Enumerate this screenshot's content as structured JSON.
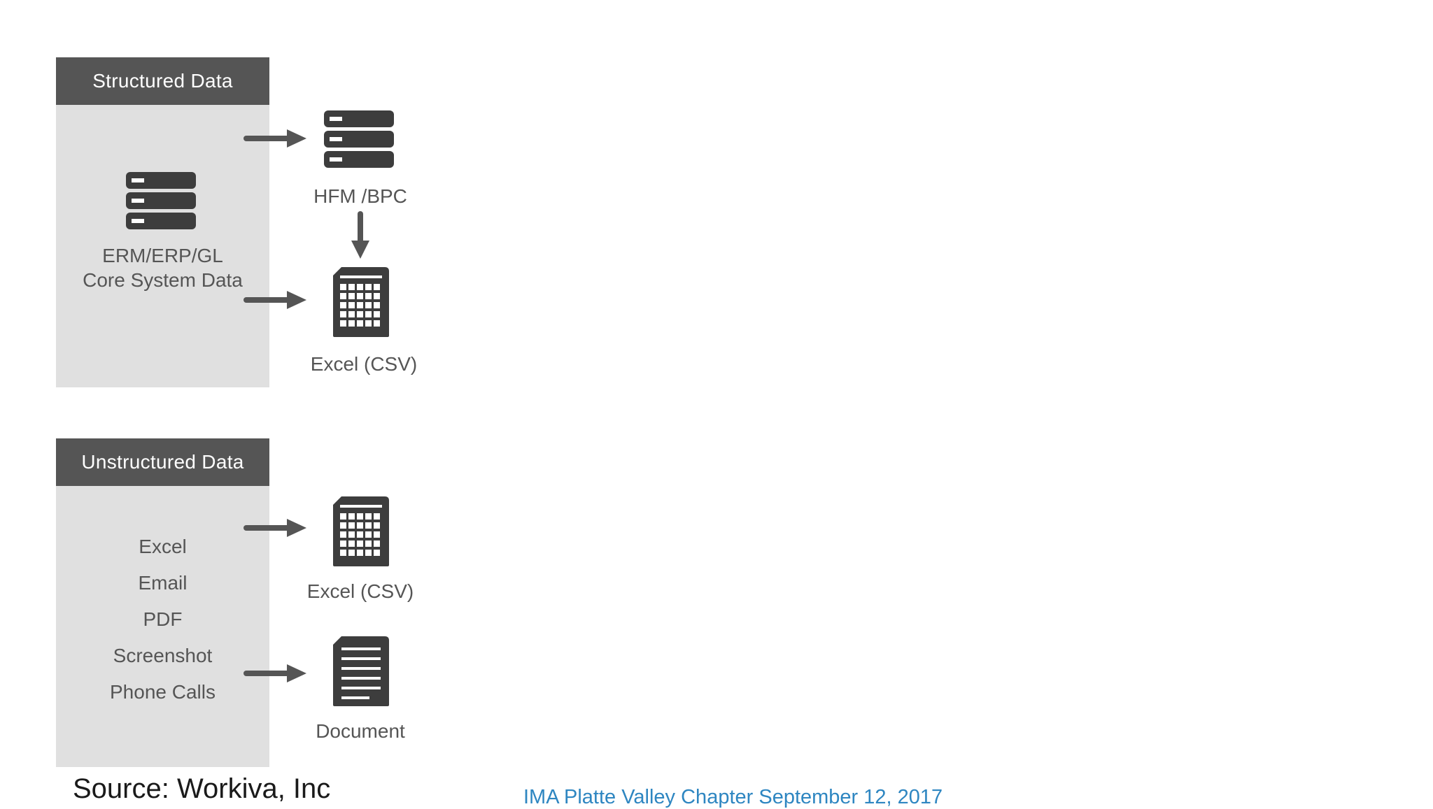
{
  "structured": {
    "header": "Structured Data",
    "source_label_line1": "ERM/ERP/GL",
    "source_label_line2": "Core System Data",
    "target_top_label": "HFM /BPC",
    "target_bottom_label": "Excel (CSV)"
  },
  "unstructured": {
    "header": "Unstructured Data",
    "items": [
      "Excel",
      "Email",
      "PDF",
      "Screenshot",
      "Phone Calls"
    ],
    "target_top_label": "Excel (CSV)",
    "target_bottom_label": "Document"
  },
  "footer": {
    "source": "Source: Workiva, Inc",
    "event": "IMA Platte Valley Chapter September 12, 2017"
  },
  "icons": {
    "server": "server-stack-icon",
    "spreadsheet": "spreadsheet-icon",
    "document": "document-icon",
    "arrow": "arrow-right-icon"
  },
  "colors": {
    "header_bg": "#555555",
    "panel_bg": "#e0e0e0",
    "icon": "#3d3d3d",
    "event_text": "#2e86c1"
  }
}
